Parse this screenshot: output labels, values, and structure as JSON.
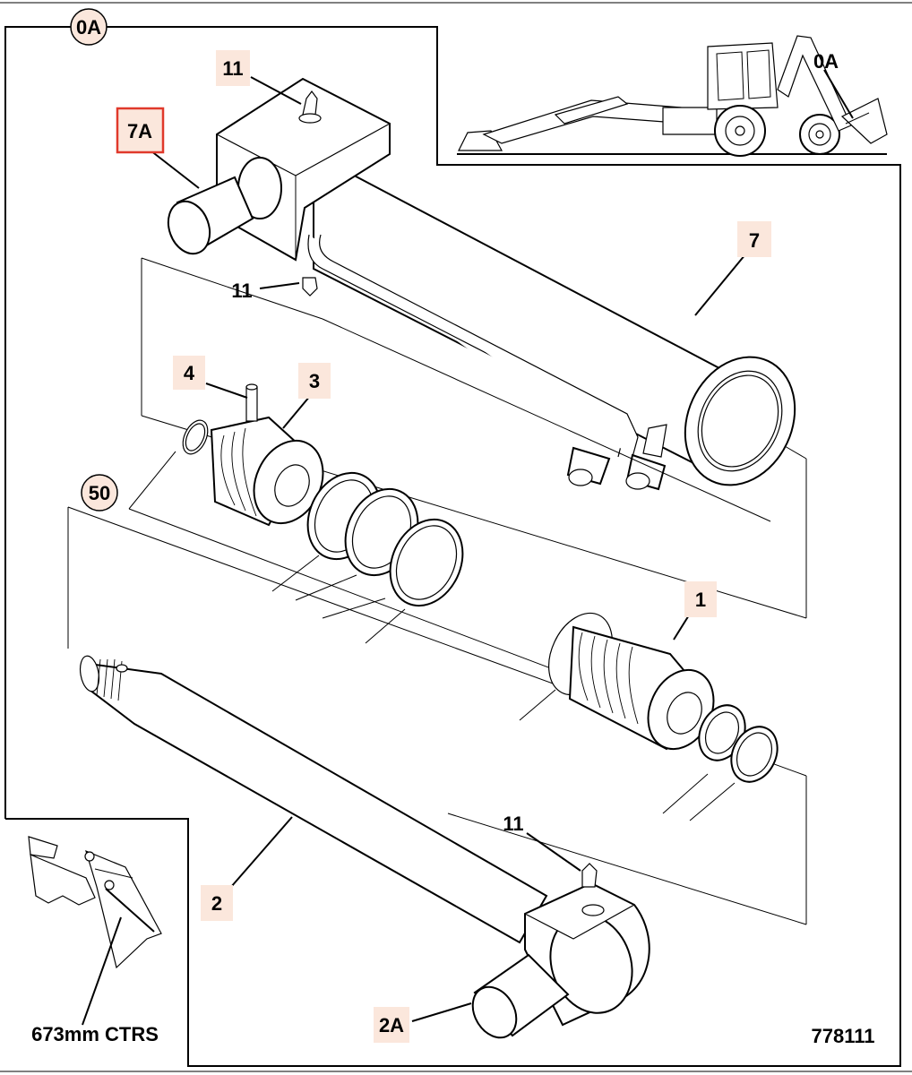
{
  "diagram": {
    "frame_label": "0A",
    "inset_label": "0A",
    "part_labels": {
      "p11_top": "11",
      "p7a": "7A",
      "p11_mid": "11",
      "p7": "7",
      "p4": "4",
      "p3": "3",
      "p50": "50",
      "p1": "1",
      "p11_bottom": "11",
      "p2": "2",
      "p2a": "2A"
    },
    "dimension_note": "673mm CTRS",
    "drawing_number": "778111",
    "highlight_color": "#e0392b",
    "callout_fill": "#fbe7dc"
  }
}
